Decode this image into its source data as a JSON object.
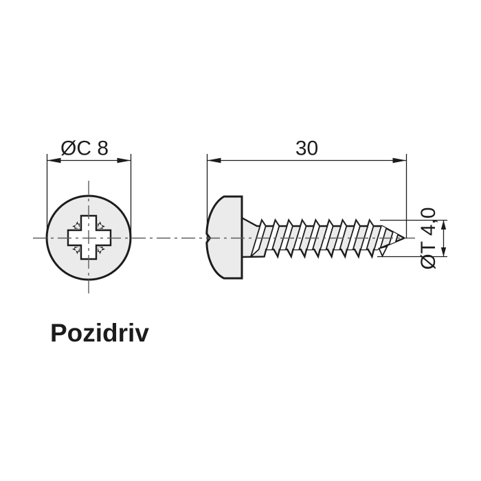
{
  "drawing": {
    "labels": {
      "drive_type": "Pozidriv"
    },
    "dimensions": {
      "head_diameter": "ØC 8",
      "length": "30",
      "thread_diameter": "ØT 4,0"
    },
    "colors": {
      "outline": "#1c1c1c",
      "part_fill": "#ebebeb",
      "recess_fill": "#ffffff",
      "centerline": "#5c5c5c",
      "dimension_line": "#1c1c1c",
      "text": "#1c1c1c",
      "background": "#ffffff"
    }
  }
}
